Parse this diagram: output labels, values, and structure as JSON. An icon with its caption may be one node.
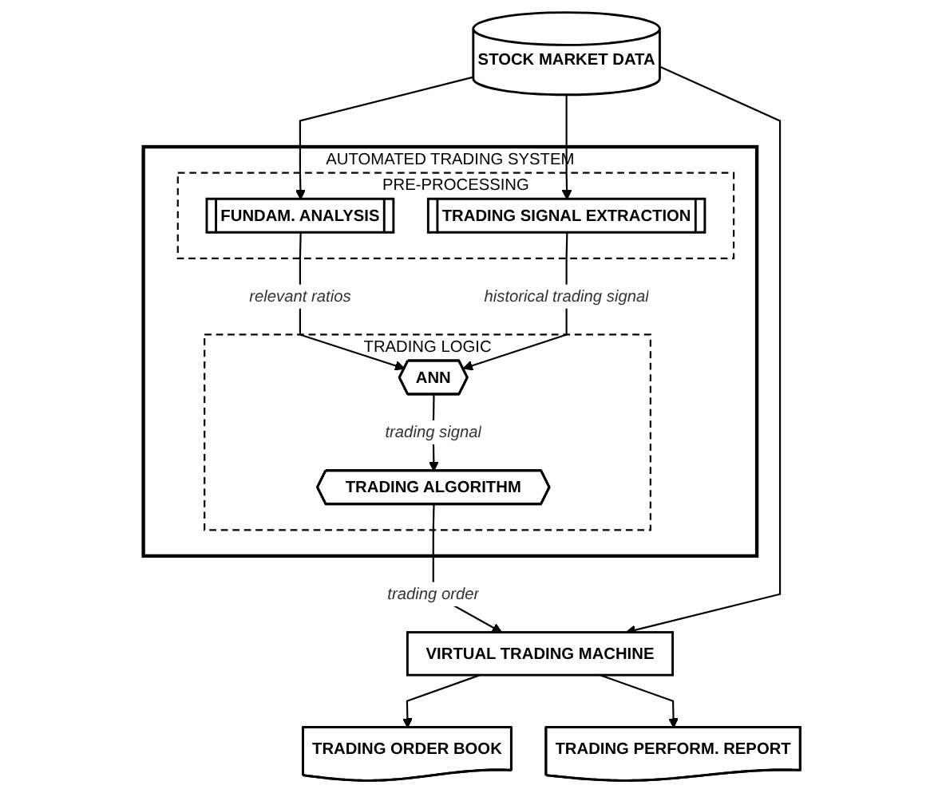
{
  "diagram": {
    "nodes": [
      {
        "text": [
          "AUTOMATED TRADING SYSTEM"
        ]
      },
      {
        "text": [
          "PRE-PROCESSING"
        ],
        "in": 0
      },
      {
        "text": [
          "FUNDAM. ANALYSIS"
        ],
        "in": 1
      },
      {
        "text": [
          "TRADING SIGNAL EXTRACTION"
        ],
        "in": 1
      },
      {
        "text": [
          "TRADING LOGIC"
        ],
        "in": 0
      },
      {
        "text": [
          "ANN"
        ],
        "in": 4
      },
      {
        "text": [
          "TRADING ALGORITHM"
        ],
        "in": 4
      },
      {
        "text": [
          "STOCK MARKET DATA"
        ]
      },
      {
        "text": [
          "VIRTUAL TRADING MACHINE"
        ]
      },
      {
        "text": [
          "TRADING ORDER BOOK"
        ]
      },
      {
        "text": [
          "TRADING PERFORM. REPORT"
        ]
      }
    ],
    "edges": [
      {
        "from": 2,
        "to": 5,
        "arrow": "to",
        "label": "relevant ratios"
      },
      {
        "from": 3,
        "to": 5,
        "arrow": "to",
        "label": "historical trading signal"
      },
      {
        "from": 5,
        "to": 6,
        "arrow": "to",
        "label": "trading signal"
      },
      {
        "from": 6,
        "to": 8,
        "arrow": "to",
        "label": "trading order"
      },
      {
        "from": 7,
        "to": 2,
        "arrow": "to"
      },
      {
        "from": 7,
        "to": 3,
        "arrow": "to"
      },
      {
        "from": 7,
        "to": 8,
        "arrow": "to"
      },
      {
        "from": 8,
        "to": 9,
        "arrow": "to"
      },
      {
        "from": 8,
        "to": 10,
        "arrow": "to"
      }
    ]
  }
}
